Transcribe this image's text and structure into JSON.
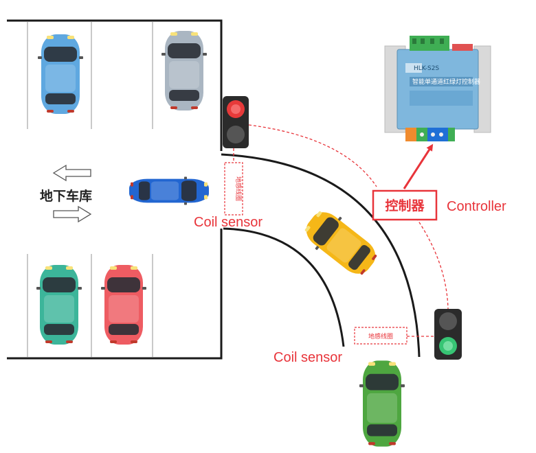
{
  "garage_label": "地下车库",
  "controller_label_cn": "控制器",
  "controller_label_en": "Controller",
  "coil_sensor_label_1": "Coil sensor",
  "coil_sensor_label_2": "Coil sensor",
  "coil_tag_vertical": "地感线圈",
  "coil_tag_horizontal": "地感线圈",
  "device_title": "智能单通道红绿灯控制器",
  "device_model": "HLK-S2S",
  "colors": {
    "accent_red": "#e8343a",
    "signal_red": "#e73a3a",
    "signal_green": "#37c474",
    "lane_line": "#1a1a1a",
    "parking_line": "#c9c9c9",
    "device_blue": "#7fb7dd",
    "car_blue": "#5fa8e0",
    "car_silver": "#aab6c2",
    "car_teal": "#3cb59a",
    "car_red": "#ee5c62",
    "car_royal": "#2266d1",
    "car_yellow": "#f5b718",
    "car_green": "#4ea640"
  },
  "icons": {
    "arrow_left": "arrow-left-icon",
    "arrow_right": "arrow-right-icon",
    "traffic_light": "traffic-light-icon",
    "car": "car-icon"
  }
}
